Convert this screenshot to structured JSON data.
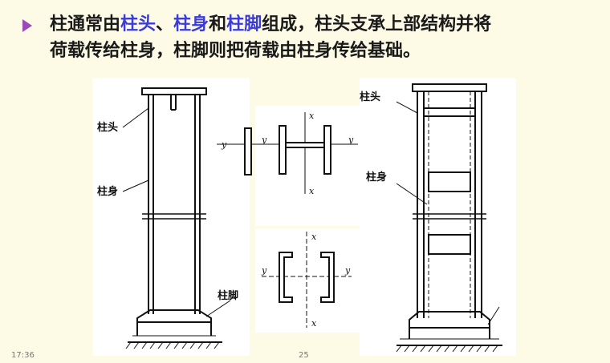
{
  "bullet": {
    "p1": "柱通常由",
    "h1": "柱头",
    "p2": "、",
    "h2": "柱身",
    "p3": "和",
    "h3": "柱脚",
    "p4": "组成，柱头支承上部结构并将",
    "line2": "荷载传给柱身，柱脚则把荷载由柱身传给基础。"
  },
  "fig_left": {
    "head": "柱头",
    "body": "柱身",
    "foot": "柱脚"
  },
  "fig_mid": {
    "x_top": "x",
    "x_bottom": "x",
    "y_left": "y",
    "y_left2": "y",
    "y_right": "y"
  },
  "fig_mid2": {
    "x_top": "x",
    "x_bottom": "x",
    "y_left": "y",
    "y_right": "y"
  },
  "fig_right": {
    "head": "柱头",
    "body": "柱身"
  },
  "footer": {
    "time": "17:36",
    "page": "25"
  }
}
